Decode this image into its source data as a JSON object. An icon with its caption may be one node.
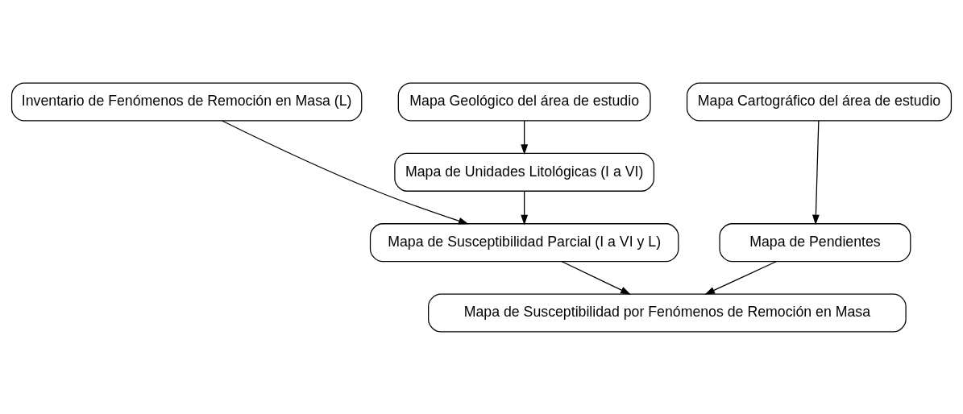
{
  "diagram": {
    "nodes": [
      {
        "text": [
          "Inventario de Fenómenos de Remoción en Masa (L)"
        ]
      },
      {
        "text": [
          "Mapa Geológico del área de estudio"
        ]
      },
      {
        "text": [
          "Mapa Cartográfico del área de estudio"
        ]
      },
      {
        "text": [
          "Mapa de Unidades Litológicas (I a VI)"
        ]
      },
      {
        "text": [
          "Mapa de Pendientes"
        ]
      },
      {
        "text": [
          "Mapa de Susceptibilidad Parcial (I a VI y L)"
        ]
      },
      {
        "text": [
          "Mapa de Susceptibilidad por Fenómenos de Remoción en Masa"
        ]
      }
    ],
    "edges": [
      {
        "from": 1,
        "to": 3,
        "arrow": "to"
      },
      {
        "from": 2,
        "to": 4,
        "arrow": "to"
      },
      {
        "from": 0,
        "to": 5,
        "arrow": "to"
      },
      {
        "from": 3,
        "to": 5,
        "arrow": "to"
      },
      {
        "from": 5,
        "to": 6,
        "arrow": "to"
      },
      {
        "from": 4,
        "to": 6,
        "arrow": "to"
      }
    ]
  }
}
